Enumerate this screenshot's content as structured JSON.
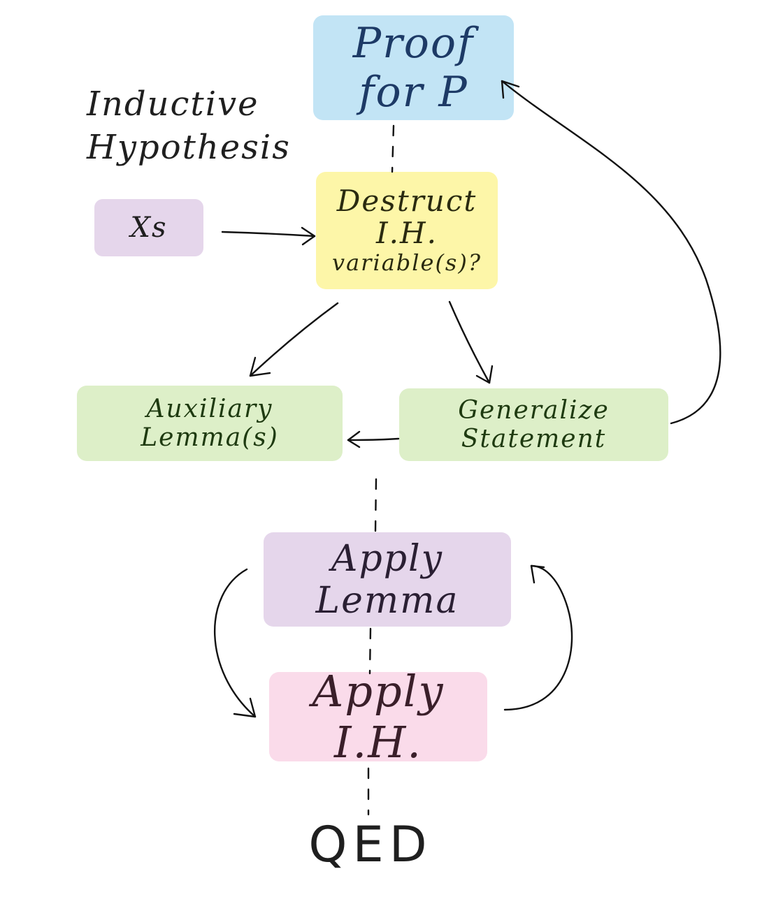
{
  "nodes": {
    "proof": "Proof for P",
    "variables": "Xs",
    "destruct_line1": "Destruct I.H.",
    "destruct_line2": "variable(s)?",
    "auxiliary": "Auxiliary Lemma(s)",
    "generalize": "Generalize Statement",
    "apply_lemma": "Apply Lemma",
    "apply_ih": "Apply I.H.",
    "qed": "QED"
  },
  "labels": {
    "inductive_line1": "Inductive",
    "inductive_line2": "Hypothesis"
  },
  "colors": {
    "blue": "#c2e4f5",
    "yellow": "#fdf6a8",
    "green": "#ddefc8",
    "purple": "#e5d6eb",
    "pink": "#fadbea"
  }
}
